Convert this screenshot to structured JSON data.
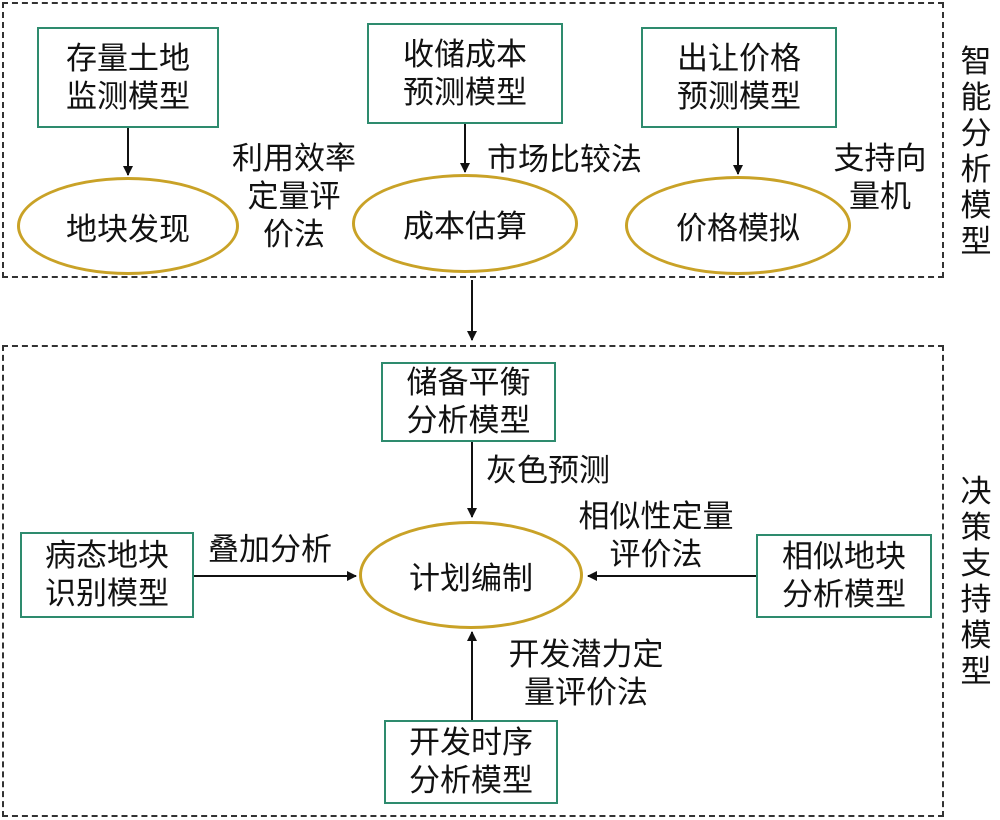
{
  "top": {
    "side_label": [
      "智",
      "能",
      "分",
      "析",
      "模",
      "型"
    ],
    "boxes": [
      {
        "line1": "存量土地",
        "line2": "监测模型"
      },
      {
        "line1": "收储成本",
        "line2": "预测模型"
      },
      {
        "line1": "出让价格",
        "line2": "预测模型"
      }
    ],
    "ellipses": [
      "地块发现",
      "成本估算",
      "价格模拟"
    ],
    "methods": [
      {
        "line1": "利用效率",
        "line2": "定量评",
        "line3": "价法"
      },
      {
        "line1": "市场比较法"
      },
      {
        "line1": "支持向",
        "line2": "量机"
      }
    ]
  },
  "bottom": {
    "side_label": [
      "决",
      "策",
      "支",
      "持",
      "模",
      "型"
    ],
    "top_box": {
      "line1": "储备平衡",
      "line2": "分析模型"
    },
    "left_box": {
      "line1": "病态地块",
      "line2": "识别模型"
    },
    "right_box": {
      "line1": "相似地块",
      "line2": "分析模型"
    },
    "bottom_box": {
      "line1": "开发时序",
      "line2": "分析模型"
    },
    "center": "计划编制",
    "top_method": "灰色预测",
    "left_method": "叠加分析",
    "right_method": {
      "line1": "相似性定量",
      "line2": "评价法"
    },
    "bottom_method": {
      "line1": "开发潜力定",
      "line2": "量评价法"
    }
  }
}
